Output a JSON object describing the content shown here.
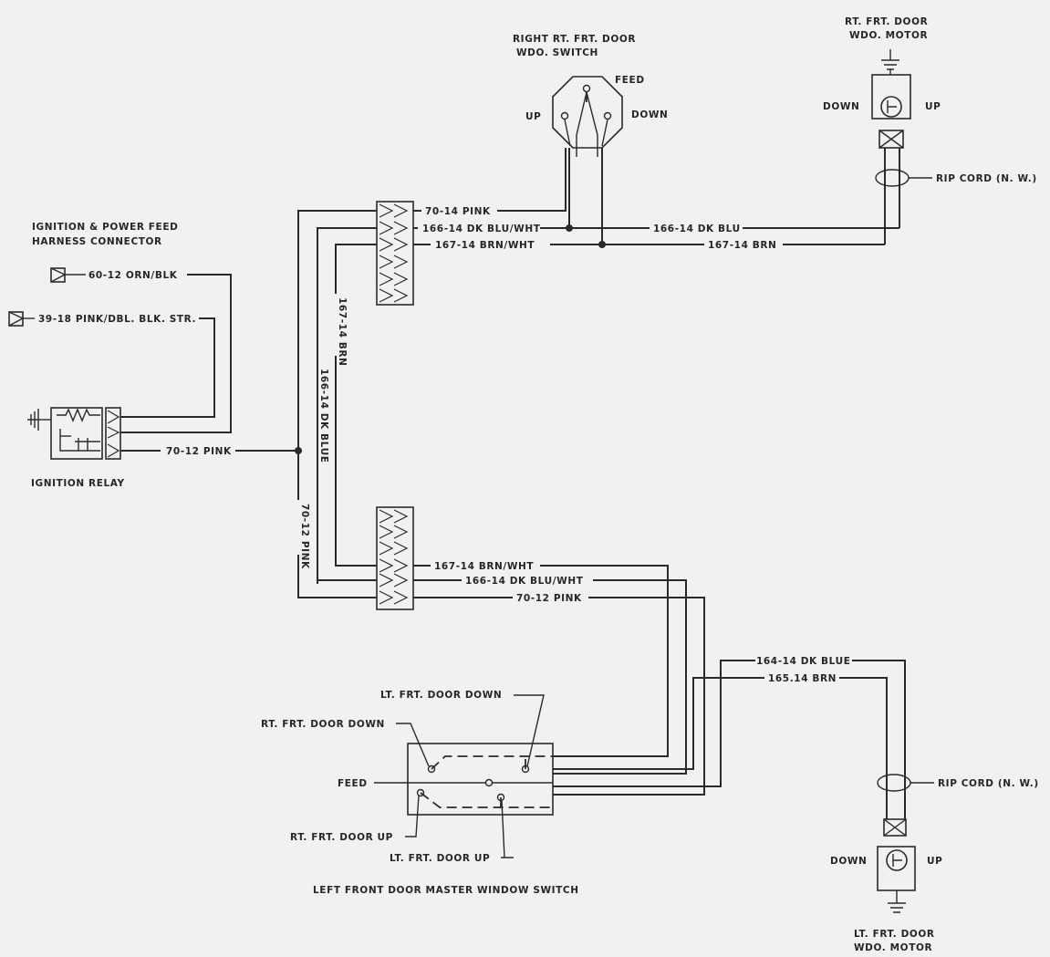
{
  "components": {
    "rt_switch_title": [
      "RIGHT  RT. FRT. DOOR",
      "WDO. SWITCH"
    ],
    "rt_switch_feed": "FEED",
    "rt_switch_up": "UP",
    "rt_switch_down": "DOWN",
    "rt_motor_title": [
      "RT. FRT. DOOR",
      "WDO. MOTOR"
    ],
    "rt_motor_down": "DOWN",
    "rt_motor_up": "UP",
    "rt_rip_cord": "RIP CORD (N. W.)",
    "ign_connector_title": [
      "IGNITION & POWER FEED",
      "HARNESS CONNECTOR"
    ],
    "ign_relay": "IGNITION RELAY",
    "lt_motor_down": "DOWN",
    "lt_motor_up": "UP",
    "lt_motor_title": [
      "LT. FRT. DOOR",
      "WDO. MOTOR"
    ],
    "lt_rip_cord": "RIP CORD (N. W.)",
    "master_switch": "LEFT FRONT DOOR MASTER WINDOW SWITCH",
    "lt_frt_door_down": "LT. FRT. DOOR DOWN",
    "rt_frt_door_down": "RT. FRT. DOOR DOWN",
    "master_feed": "FEED",
    "rt_frt_door_up": "RT. FRT. DOOR UP",
    "lt_frt_door_up": "LT. FRT. DOOR UP"
  },
  "wires": {
    "w_70_14_pink": "70-14 PINK",
    "w_166_14_dkbluwht_top": "166-14 DK BLU/WHT",
    "w_167_14_brnwht_top": "167-14 BRN/WHT",
    "w_166_14_dkblu": "166-14 DK BLU",
    "w_167_14_brn": "167-14 BRN",
    "w_60_12_orn_blk": "60-12 ORN/BLK",
    "w_39_18_pink": "39-18 PINK/DBL. BLK. STR.",
    "w_70_12_pink_relay": "70-12 PINK",
    "w_70_12_pink_vert": "70-12 PINK",
    "w_166_14_dk_blue_vert": "166-14 DK BLUE",
    "w_167_14_brn_vert": "167-14 BRN",
    "w_167_14_brnwht_bot": "167-14 BRN/WHT",
    "w_166_14_dkbluwht_bot": "166-14 DK BLU/WHT",
    "w_70_12_pink_bot": "70-12 PINK",
    "w_164_14_dk_blue": "164-14 DK BLUE",
    "w_165_14_brn": "165.14 BRN"
  }
}
